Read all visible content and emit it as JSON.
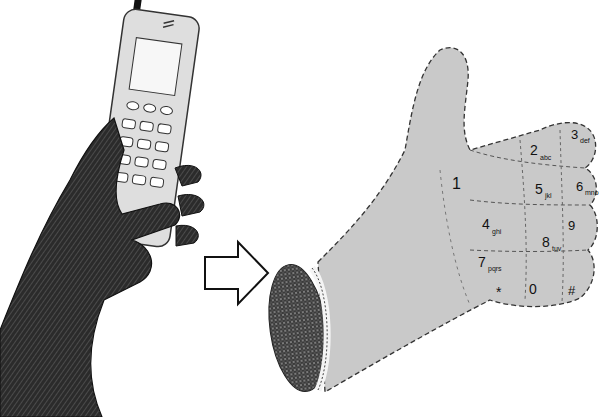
{
  "diagram": {
    "labels": [
      "1",
      "2",
      "abc",
      "3",
      "def",
      "4",
      "ghi",
      "5",
      "jkl",
      "6",
      "mno",
      "7",
      "pqrs",
      "8",
      "tuv",
      "9",
      "*",
      "0",
      "#"
    ]
  }
}
